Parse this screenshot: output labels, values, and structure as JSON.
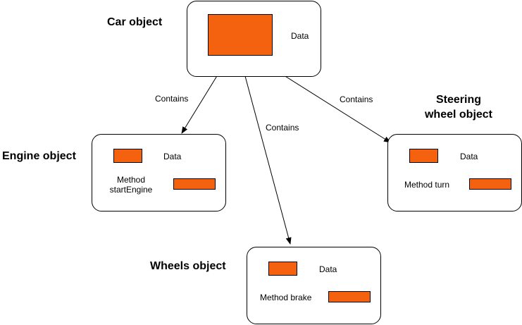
{
  "colors": {
    "swatch_fill": "#F4620F",
    "stroke": "#000000",
    "background": "#FFFFFF"
  },
  "nodes": {
    "car": {
      "title": "Car object",
      "data_label": "Data"
    },
    "engine": {
      "title": "Engine object",
      "data_label": "Data",
      "method_label": "Method\nstartEngine"
    },
    "steering": {
      "title": "Steering\nwheel object",
      "data_label": "Data",
      "method_label": "Method turn"
    },
    "wheels": {
      "title": "Wheels object",
      "data_label": "Data",
      "method_label": "Method brake"
    }
  },
  "edges": [
    {
      "from": "Car object",
      "to": "Engine object",
      "label": "Contains"
    },
    {
      "from": "Car object",
      "to": "Wheels object",
      "label": "Contains"
    },
    {
      "from": "Car object",
      "to": "Steering wheel object",
      "label": "Contains"
    }
  ]
}
